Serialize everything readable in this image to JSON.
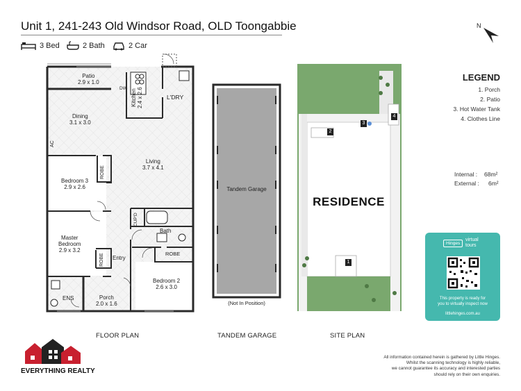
{
  "header": {
    "address": "Unit 1, 241-243 Old Windsor Road, OLD Toongabbie",
    "features": [
      {
        "icon": "bed-icon",
        "label": "3 Bed"
      },
      {
        "icon": "bath-icon",
        "label": "2 Bath"
      },
      {
        "icon": "car-icon",
        "label": "2 Car"
      }
    ]
  },
  "compass": {
    "label": "N"
  },
  "rooms": {
    "patio": {
      "name": "Patio",
      "dim": "2.9 x 1.0"
    },
    "kitchen": {
      "name": "Kitchen",
      "dim": "2.4 x 2.6"
    },
    "dw": "DW",
    "ldry": "L'DRY",
    "dining": {
      "name": "Dining",
      "dim": "3.1 x 3.0"
    },
    "ac": "AC",
    "living": {
      "name": "Living",
      "dim": "3.7 x 4.1"
    },
    "bedroom3": {
      "name": "Bedroom 3",
      "dim": "2.9 x 2.6"
    },
    "robe1": "ROBE",
    "cupd": "CUP'D",
    "bath": "Bath",
    "robe2": "ROBE",
    "master": {
      "name1": "Master",
      "name2": "Bedroom",
      "dim": "2.9 x 3.2"
    },
    "robe3": "ROBE",
    "entry": "Entry",
    "bedroom2": {
      "name": "Bedroom 2",
      "dim": "2.6 x 3.0"
    },
    "ens": "ENS",
    "porch": {
      "name": "Porch",
      "dim": "2.0 x 1.6"
    }
  },
  "garage": {
    "label": "Tandem Garage",
    "note": "(Not In Position)"
  },
  "site": {
    "residence": "RESIDENCE",
    "markers": [
      "1",
      "2",
      "3",
      "4"
    ]
  },
  "captions": {
    "floor": "FLOOR PLAN",
    "garage": "TANDEM GARAGE",
    "site": "SITE PLAN"
  },
  "legend": {
    "title": "LEGEND",
    "items": [
      "1. Porch",
      "2. Patio",
      "3. Hot Water Tank",
      "4. Clothes Line"
    ]
  },
  "areas": {
    "internal_label": "Internal :",
    "internal_value": "68m²",
    "external_label": "External :",
    "external_value": "6m²"
  },
  "virtual_tours": {
    "brand": "Hinges",
    "brand2": "virtual",
    "brand3": "tours",
    "text1": "This property is ready for",
    "text2": "you to virtually inspect now",
    "url": "littlehinges.com.au"
  },
  "agency": {
    "name": "EVERYTHING REALTY"
  },
  "disclaimer": [
    "All information contained herein is gathered by Little Hinges.",
    "Whilst the scanning technology is highly reliable,",
    "we cannot guarantee its accuracy and interested parties",
    "should rely on their own enquiries."
  ],
  "colors": {
    "wall": "#2a2a2a",
    "tile": "#e6e6e6",
    "grass": "#7aa86e",
    "teal": "#45b8ae",
    "brand_red": "#c8202f"
  }
}
